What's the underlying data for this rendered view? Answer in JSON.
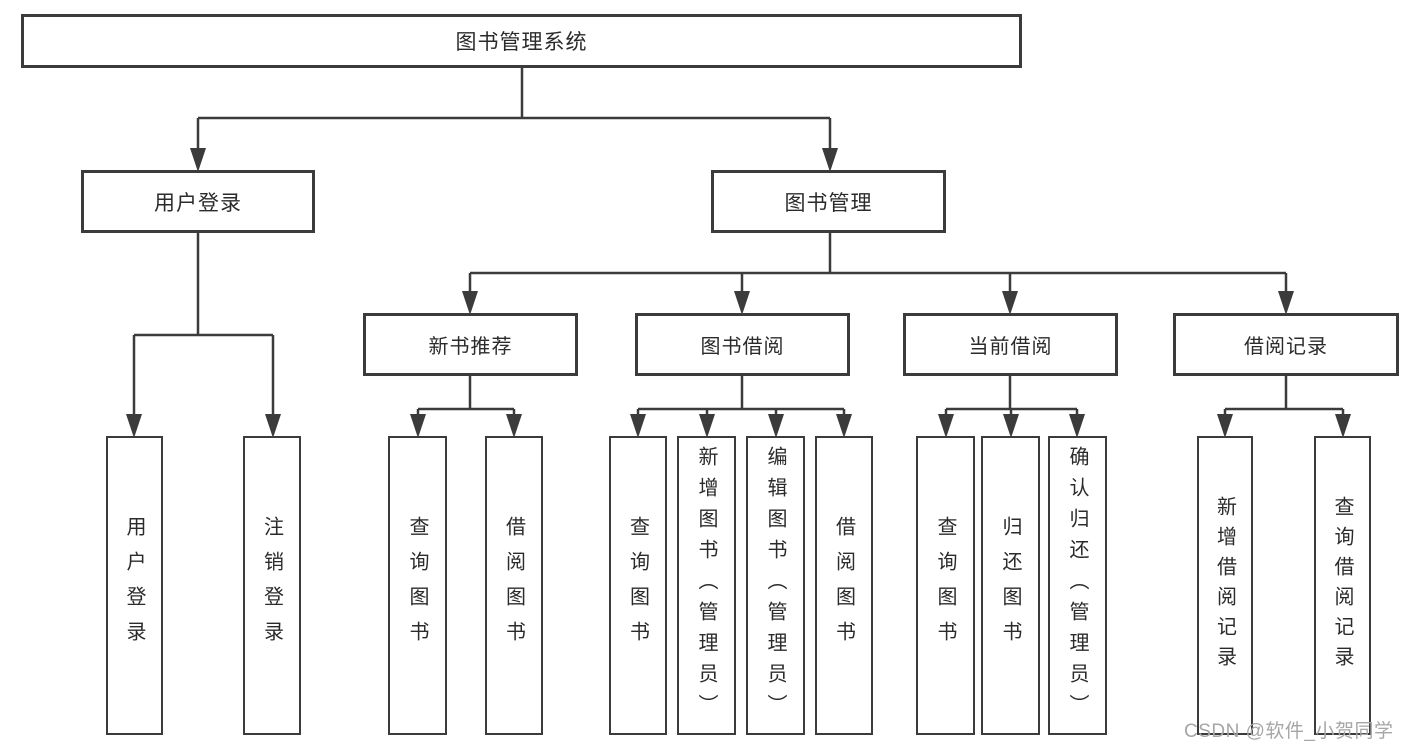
{
  "colors": {
    "line": "#3b3b3b",
    "box_border": "#3b3b3b",
    "text": "#2b2b2b",
    "watermark": "#a6a6a6",
    "background": "#ffffff"
  },
  "diagram": {
    "title": "图书管理系统",
    "level2": [
      {
        "label": "用户登录"
      },
      {
        "label": "图书管理"
      }
    ],
    "level3": [
      {
        "label": "新书推荐"
      },
      {
        "label": "图书借阅"
      },
      {
        "label": "当前借阅"
      },
      {
        "label": "借阅记录"
      }
    ],
    "leaves": [
      {
        "label": "用户登录"
      },
      {
        "label": "注销登录"
      },
      {
        "label": "查询图书"
      },
      {
        "label": "借阅图书"
      },
      {
        "label": "查询图书"
      },
      {
        "label": "新增图书（管理员）"
      },
      {
        "label": "编辑图书（管理员）"
      },
      {
        "label": "借阅图书"
      },
      {
        "label": "查询图书"
      },
      {
        "label": "归还图书"
      },
      {
        "label": "确认归还（管理员）"
      },
      {
        "label": "新增借阅记录"
      },
      {
        "label": "查询借阅记录"
      }
    ]
  },
  "watermark": {
    "text": "CSDN @软件_小贺同学"
  }
}
